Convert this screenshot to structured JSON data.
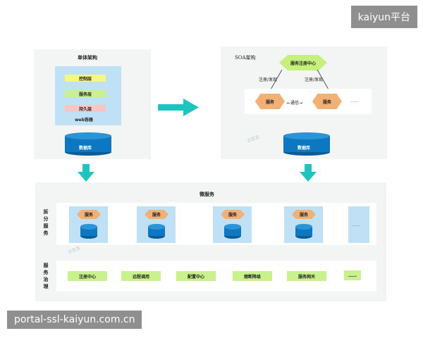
{
  "monolith": {
    "title": "单体架构",
    "layers": [
      "控制层",
      "服务层",
      "持久层"
    ],
    "container": "web容器",
    "database": "数据库"
  },
  "soa": {
    "title": "SOA架构",
    "registry": "服务注册中心",
    "register_left": "注册/发现",
    "register_right": "注册/发现",
    "service_left": "服务",
    "service_right": "服务",
    "communication": "←通信→",
    "more": "……",
    "database": "数据库",
    "watermark": "云生态"
  },
  "micro": {
    "title": "微服务",
    "split_label": "拆分服务",
    "service_label": "服务",
    "more": "……",
    "watermark": "云生态",
    "governance_label": "服务治理",
    "governance": [
      "注册中心",
      "远程调用",
      "配置中心",
      "熔断降级",
      "服务网关"
    ],
    "governance_more": "……"
  },
  "watermarks": {
    "top": "kaiyun平台",
    "bottom": "portal-ssl-kaiyun.com.cn"
  },
  "colors": {
    "panel": "#f3f4f4",
    "layer_controller": "#f6f77e",
    "layer_service": "#c9f28e",
    "layer_persistence": "#f8c5c5",
    "stack_bg": "#bfe0f5",
    "database": "#0d78c1",
    "service_hex": "#f2b075",
    "registry_hex": "#c5f07c",
    "arrow": "#1ec4bd"
  }
}
